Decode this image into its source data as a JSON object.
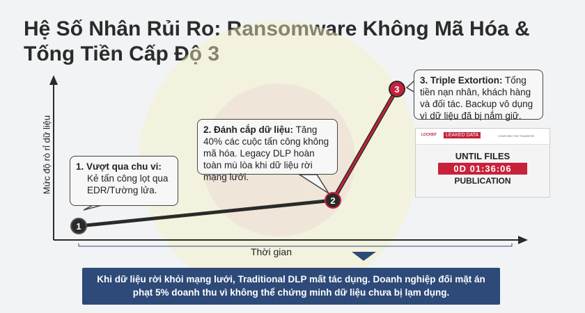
{
  "title": "Hệ Số Nhân Rủi Ro: Ransomware Không Mã Hóa & Tống Tiền Cấp Độ 3",
  "axes": {
    "y_label": "Mức độ rò rỉ dữ liệu",
    "x_label": "Thời gian"
  },
  "points": [
    {
      "label": "1",
      "color": "#2a2a2a"
    },
    {
      "label": "2",
      "color": "#2a2a2a"
    },
    {
      "label": "3",
      "color": "#c8213a"
    }
  ],
  "callouts": [
    {
      "bold": "1. Vượt qua chu vi:",
      "text": "Kẻ tấn công lọt qua EDR/Tường lửa."
    },
    {
      "bold": "2. Đánh cắp dữ liệu:",
      "text": " Tăng 40% các cuộc tấn công không mã hóa. Legacy DLP hoàn toàn mù lòa khi dữ liệu rời mạng lưới."
    },
    {
      "bold": "3. Triple Extortion:",
      "text": " Tống tiền nạn nhân, khách hàng và đối tác. Backup vô dụng vì dữ liệu đã bị nắm giữ."
    }
  ],
  "leak_site": {
    "logo": "LOCKBIT",
    "tag": "LEAKED DATA",
    "hint": "CONFORM THE TRANSFER",
    "line1": "UNTIL FILES",
    "timer": "0D 01:36:06",
    "line2": "PUBLICATION"
  },
  "bottom_note": "Khi dữ liệu rời khỏi mạng lưới, Traditional DLP mất tác dụng. Doanh nghiệp đối mặt án phạt 5% doanh thu vì không thể chứng minh dữ liệu chưa bị lạm dụng.",
  "colors": {
    "accent": "#c8213a",
    "note_bg": "#2d4a78"
  }
}
